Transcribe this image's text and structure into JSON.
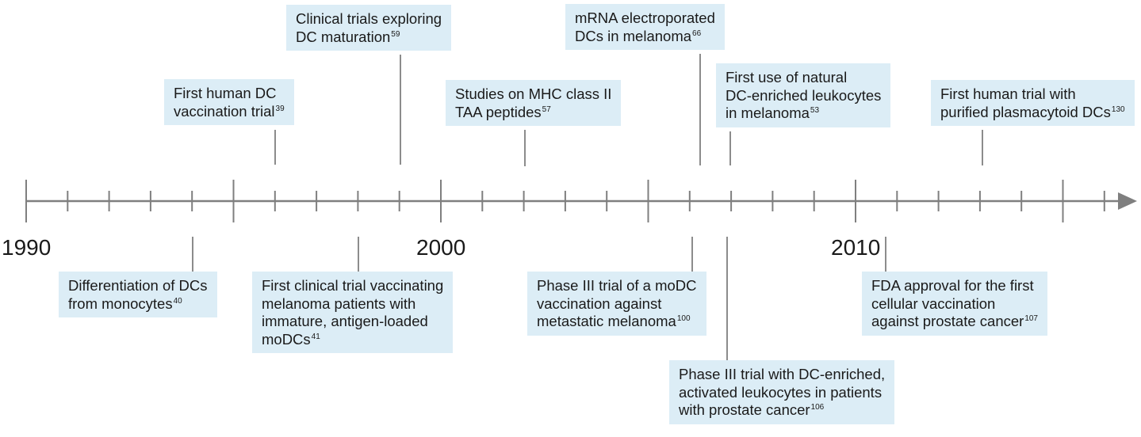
{
  "timeline": {
    "year_labels": [
      "1990",
      "2000",
      "2010"
    ],
    "events": [
      {
        "id": "first-human-dc-trial",
        "year": 1996,
        "position": "above",
        "lines": [
          "First human DC",
          "vaccination trial"
        ],
        "ref": "39"
      },
      {
        "id": "clinical-trials-dc-maturation",
        "year": 1999,
        "position": "above",
        "lines": [
          "Clinical trials exploring",
          "DC maturation"
        ],
        "ref": "59"
      },
      {
        "id": "mhc-class-ii-taa",
        "year": 2002,
        "position": "above",
        "lines": [
          "Studies on MHC class II",
          "TAA peptides"
        ],
        "ref": "57"
      },
      {
        "id": "mrna-electroporated-dcs",
        "year": 2006.2,
        "position": "above",
        "lines": [
          "mRNA electroporated",
          "DCs in melanoma"
        ],
        "ref": "66"
      },
      {
        "id": "natural-dc-leukocytes",
        "year": 2007,
        "position": "above",
        "lines": [
          "First use of natural",
          "DC-enriched leukocytes",
          "in melanoma"
        ],
        "ref": "53"
      },
      {
        "id": "purified-plasmacytoid-dcs",
        "year": 2013,
        "position": "above",
        "lines": [
          "First human trial with",
          "purified plasmacytoid DCs"
        ],
        "ref": "130"
      },
      {
        "id": "dc-differentiation-monocytes",
        "year": 1994,
        "position": "below",
        "lines": [
          "Differentiation of DCs",
          "from monocytes"
        ],
        "ref": "40"
      },
      {
        "id": "first-melanoma-vaccination",
        "year": 1998,
        "position": "below",
        "lines": [
          "First clinical trial vaccinating",
          "melanoma patients with",
          "immature, antigen-loaded",
          "moDCs"
        ],
        "ref": "41"
      },
      {
        "id": "phase-iii-modc",
        "year": 2006,
        "position": "below",
        "lines": [
          "Phase III trial of a moDC",
          "vaccination  against",
          "metastatic melanoma"
        ],
        "ref": "100"
      },
      {
        "id": "phase-iii-prostate",
        "year": 2006.9,
        "position": "below",
        "lines": [
          "Phase III trial with DC-enriched,",
          "activated leukocytes in patients",
          "with prostate cancer"
        ],
        "ref": "106"
      },
      {
        "id": "fda-approval",
        "year": 2010.7,
        "position": "below",
        "lines": [
          "FDA approval for the first",
          "cellular vaccination",
          "against prostate cancer"
        ],
        "ref": "107"
      }
    ]
  },
  "colors": {
    "box_fill": "#dcedf6",
    "axis": "#7f7f7f",
    "text": "#1a1a1a"
  }
}
